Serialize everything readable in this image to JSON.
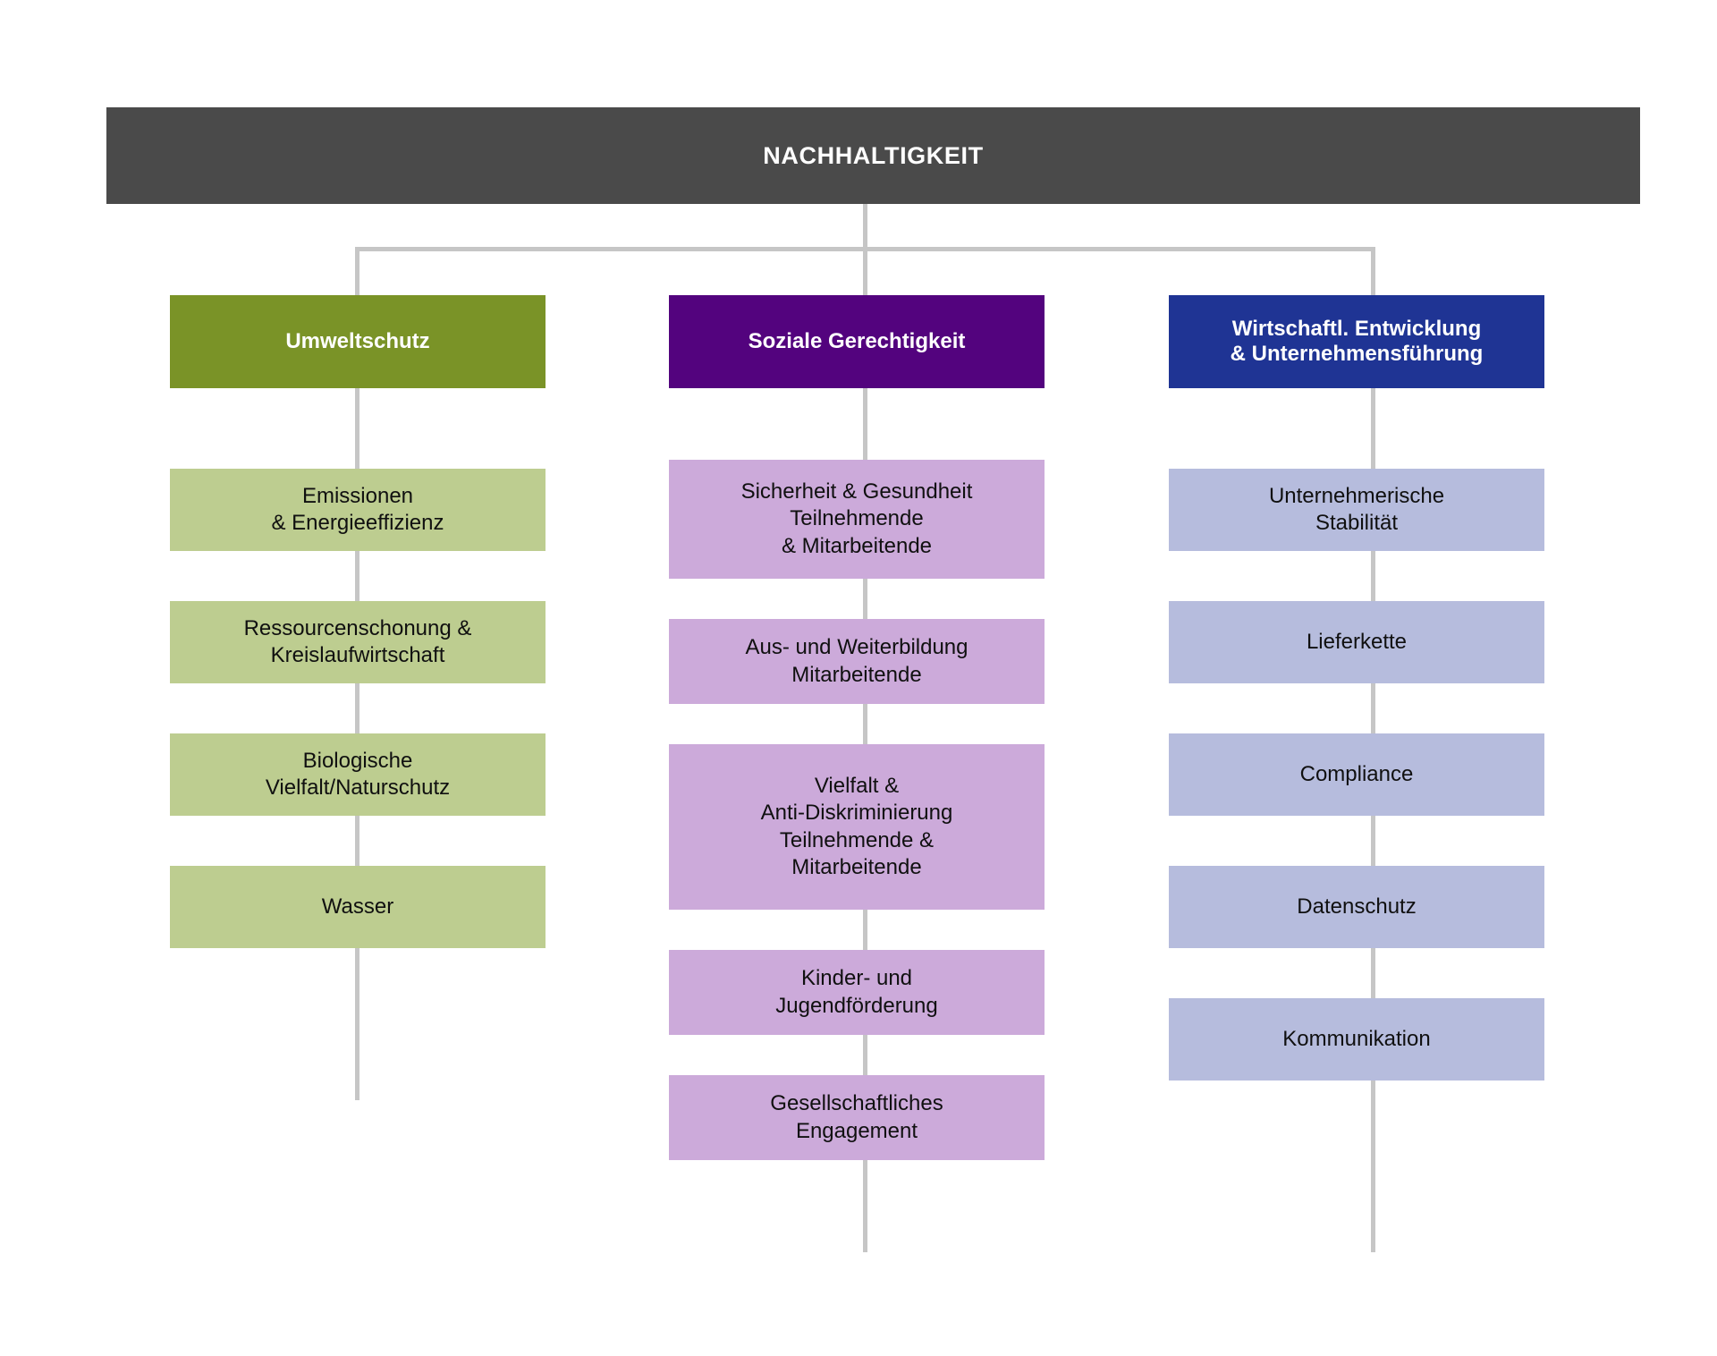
{
  "diagram": {
    "type": "hierarchy-tree",
    "root": {
      "label": "NACHHALTIGKEIT",
      "color": "#4a4a4a",
      "text_color": "#ffffff"
    },
    "connector_color": "#c6c6c6",
    "branches": [
      {
        "key": "environment",
        "label": "Umweltschutz",
        "header_color": "#7a9327",
        "item_color": "#bdcd90",
        "items": [
          {
            "label": "Emissionen\n& Energieeffizienz"
          },
          {
            "label": "Ressourcenschonung &\nKreislaufwirtschaft"
          },
          {
            "label": "Biologische\nVielfalt/Naturschutz"
          },
          {
            "label": "Wasser"
          }
        ]
      },
      {
        "key": "social",
        "label": "Soziale Gerechtigkeit",
        "header_color": "#53037e",
        "item_color": "#ccaada",
        "items": [
          {
            "label": "Sicherheit & Gesundheit\nTeilnehmende\n& Mitarbeitende"
          },
          {
            "label": "Aus- und Weiterbildung\nMitarbeitende"
          },
          {
            "label": "Vielfalt &\nAnti-Diskriminierung\nTeilnehmende &\nMitarbeitende"
          },
          {
            "label": "Kinder- und\nJugendförderung"
          },
          {
            "label": "Gesellschaftliches\nEngagement"
          }
        ]
      },
      {
        "key": "governance",
        "label": "Wirtschaftl. Entwicklung\n& Unternehmensführung",
        "header_color": "#1f3494",
        "item_color": "#b6bcdd",
        "items": [
          {
            "label": "Unternehmerische\nStabilität"
          },
          {
            "label": "Lieferkette"
          },
          {
            "label": "Compliance"
          },
          {
            "label": "Datenschutz"
          },
          {
            "label": "Kommunikation"
          }
        ]
      }
    ]
  }
}
